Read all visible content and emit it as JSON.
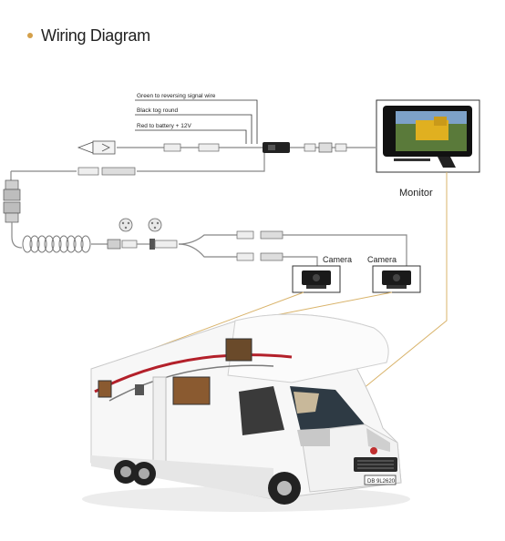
{
  "header": {
    "title": "Wiring Diagram"
  },
  "labels": {
    "green_wire": "Green to reversing signal wire",
    "black_wire": "Black tog round",
    "red_wire": "Red to battery + 12V",
    "monitor": "Monitor",
    "camera_1": "Camera",
    "camera_2": "Camera",
    "plate": "DB 9L2620"
  },
  "colors": {
    "accent": "#d4a04a",
    "leader": "#d9b36a",
    "cable": "#9a9a9a"
  }
}
